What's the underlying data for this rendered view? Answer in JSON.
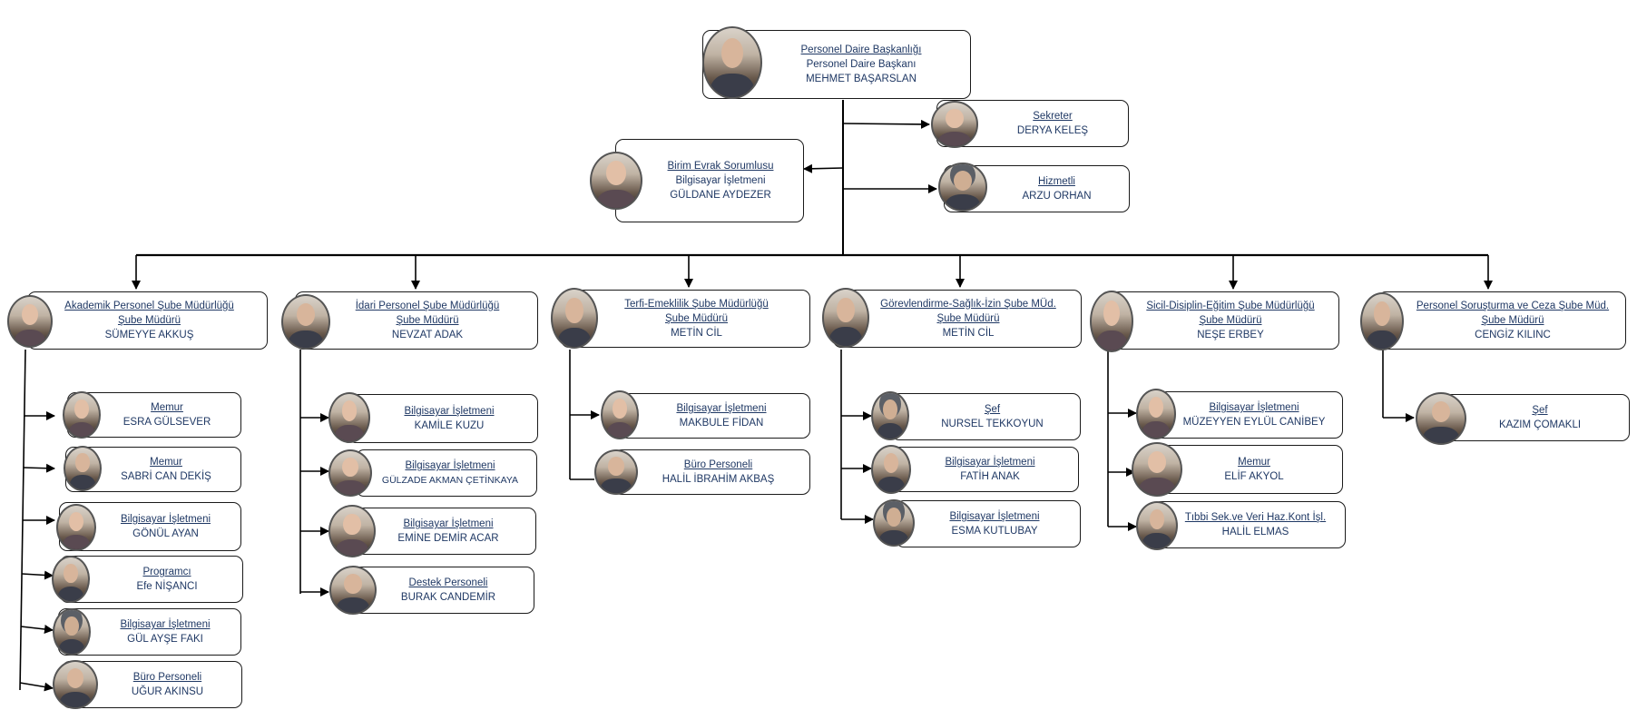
{
  "colors": {
    "text": "#1f3864",
    "line": "#000000",
    "border": "#1a1a1a"
  },
  "head": {
    "title": "Personel Daire Başkanlığı",
    "role": "Personel Daire Başkanı",
    "name": "MEHMET BAŞARSLAN"
  },
  "secretary": {
    "title": "Sekreter",
    "name": "DERYA KELEŞ"
  },
  "servant": {
    "title": "Hizmetli",
    "name": "ARZU ORHAN"
  },
  "records": {
    "title": "Birim Evrak Sorumlusu",
    "role": "Bilgisayar İşletmeni",
    "name": "GÜLDANE AYDEZER"
  },
  "units": [
    {
      "title": "Akademik Personel Şube Müdürlüğü",
      "role": "Şube Müdürü",
      "name": "SÜMEYYE  AKKUŞ",
      "staff": [
        {
          "role": "Memur",
          "name": "ESRA GÜLSEVER"
        },
        {
          "role": "Memur",
          "name": "SABRİ CAN DEKİŞ"
        },
        {
          "role": "Bilgisayar İşletmeni",
          "name": "GÖNÜL AYAN"
        },
        {
          "role": "Programcı",
          "name": "Efe NİŞANCI"
        },
        {
          "role": "Bilgisayar İşletmeni",
          "name": "GÜL AYŞE FAKI"
        },
        {
          "role": "Büro Personeli",
          "name": "UĞUR AKINSU"
        }
      ]
    },
    {
      "title": "İdari Personel Şube Müdürlüğü",
      "role": "Şube Müdürü",
      "name": "NEVZAT  ADAK",
      "staff": [
        {
          "role": "Bilgisayar İşletmeni",
          "name": "KAMİLE KUZU"
        },
        {
          "role": "Bilgisayar İşletmeni",
          "name": "GÜLZADE AKMAN ÇETİNKAYA"
        },
        {
          "role": "Bilgisayar İşletmeni",
          "name": "EMİNE DEMİR ACAR"
        },
        {
          "role": "Destek Personeli",
          "name": "BURAK CANDEMİR"
        }
      ]
    },
    {
      "title": "Terfi-Emeklilik Şube Müdürlüğü",
      "role": "Şube Müdürü",
      "name": "METİN  CİL",
      "staff": [
        {
          "role": "Bilgisayar İşletmeni",
          "name": "MAKBULE FİDAN"
        },
        {
          "role": "Büro Personeli",
          "name": "HALİL İBRAHİM AKBAŞ"
        }
      ]
    },
    {
      "title": "Görevlendirme-Sağlık-İzin Şube MÜd.",
      "role": "Şube Müdürü",
      "name": "METİN  CİL",
      "staff": [
        {
          "role": "Şef",
          "name": "NURSEL  TEKKOYUN"
        },
        {
          "role": "Bilgisayar İşletmeni",
          "name": "FATİH ANAK"
        },
        {
          "role": "Bilgisayar İşletmeni",
          "name": "ESMA KUTLUBAY"
        }
      ]
    },
    {
      "title": "Sicil-Disiplin-Eğitim  Şube Müdürlüğü",
      "role": "Şube Müdürü",
      "name": "NEŞE  ERBEY",
      "staff": [
        {
          "role": "Bilgisayar İşletmeni",
          "name": "MÜZEYYEN  EYLÜL CANİBEY"
        },
        {
          "role": "Memur",
          "name": "ELİF AKYOL"
        },
        {
          "role": "Tıbbi Sek.ve Veri Haz.Kont İşl.",
          "name": "HALİL ELMAS"
        }
      ]
    },
    {
      "title": "Personel Soruşturma ve Ceza Şube Müd.",
      "role": "Şube Müdürü",
      "name": "CENGİZ  KILINC",
      "staff": [
        {
          "role": "Şef",
          "name": "KAZIM ÇOMAKLI"
        }
      ]
    }
  ]
}
